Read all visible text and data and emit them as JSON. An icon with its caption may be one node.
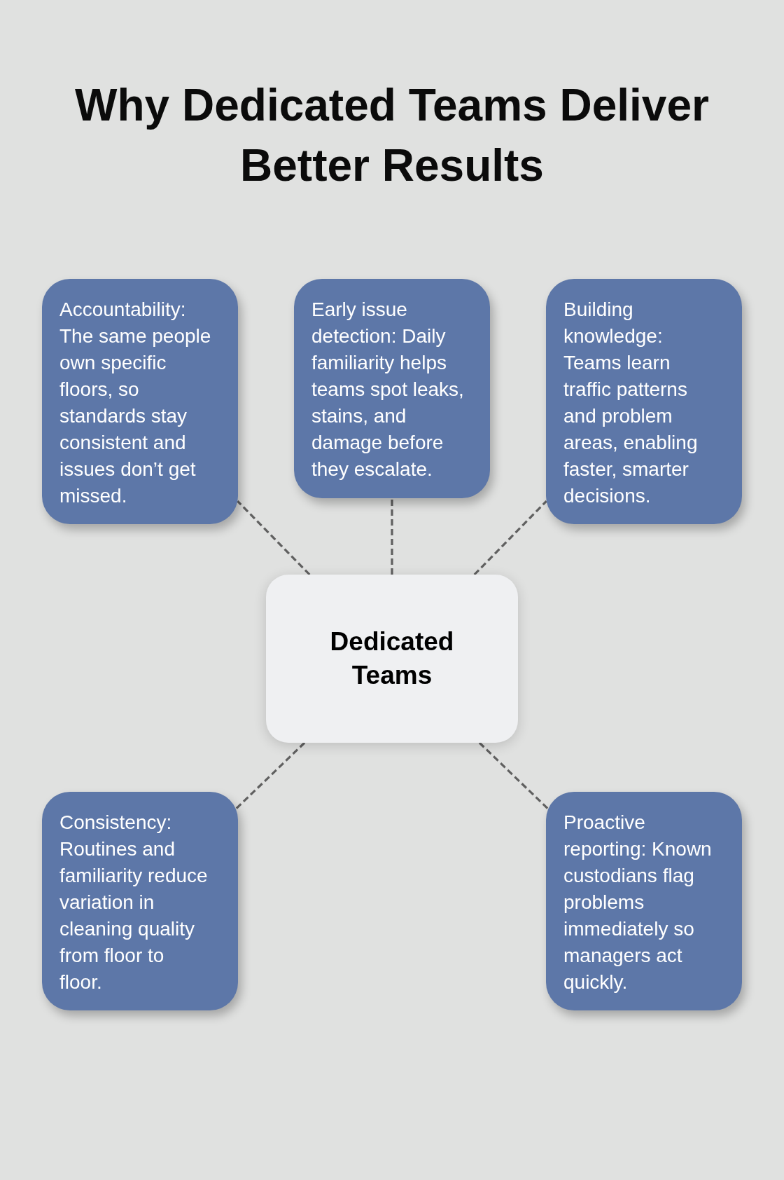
{
  "diagram": {
    "title": "Why Dedicated Teams Deliver Better Results",
    "nodes": [
      {
        "text": [
          "Accountability: The same people own specific floors, so standards stay consistent and issues don’t get missed."
        ]
      },
      {
        "text": [
          "Early issue detection: Daily familiarity helps teams spot leaks, stains, and damage before they escalate."
        ]
      },
      {
        "text": [
          "Building knowledge: Teams learn traffic patterns and problem areas, enabling faster, smarter decisions."
        ]
      },
      {
        "text": [
          "Dedicated Teams"
        ]
      },
      {
        "text": [
          "Consistency: Routines and familiarity reduce variation in cleaning quality from floor to floor."
        ]
      },
      {
        "text": [
          "Proactive reporting: Known custodians flag problems immediately so managers act quickly."
        ]
      }
    ],
    "edges": [
      {
        "from": 3,
        "to": 0,
        "arrow": "none",
        "style": "dashed"
      },
      {
        "from": 3,
        "to": 1,
        "arrow": "none",
        "style": "dashed"
      },
      {
        "from": 3,
        "to": 2,
        "arrow": "none",
        "style": "dashed"
      },
      {
        "from": 3,
        "to": 4,
        "arrow": "none",
        "style": "dashed"
      },
      {
        "from": 3,
        "to": 5,
        "arrow": "none",
        "style": "dashed"
      }
    ]
  }
}
